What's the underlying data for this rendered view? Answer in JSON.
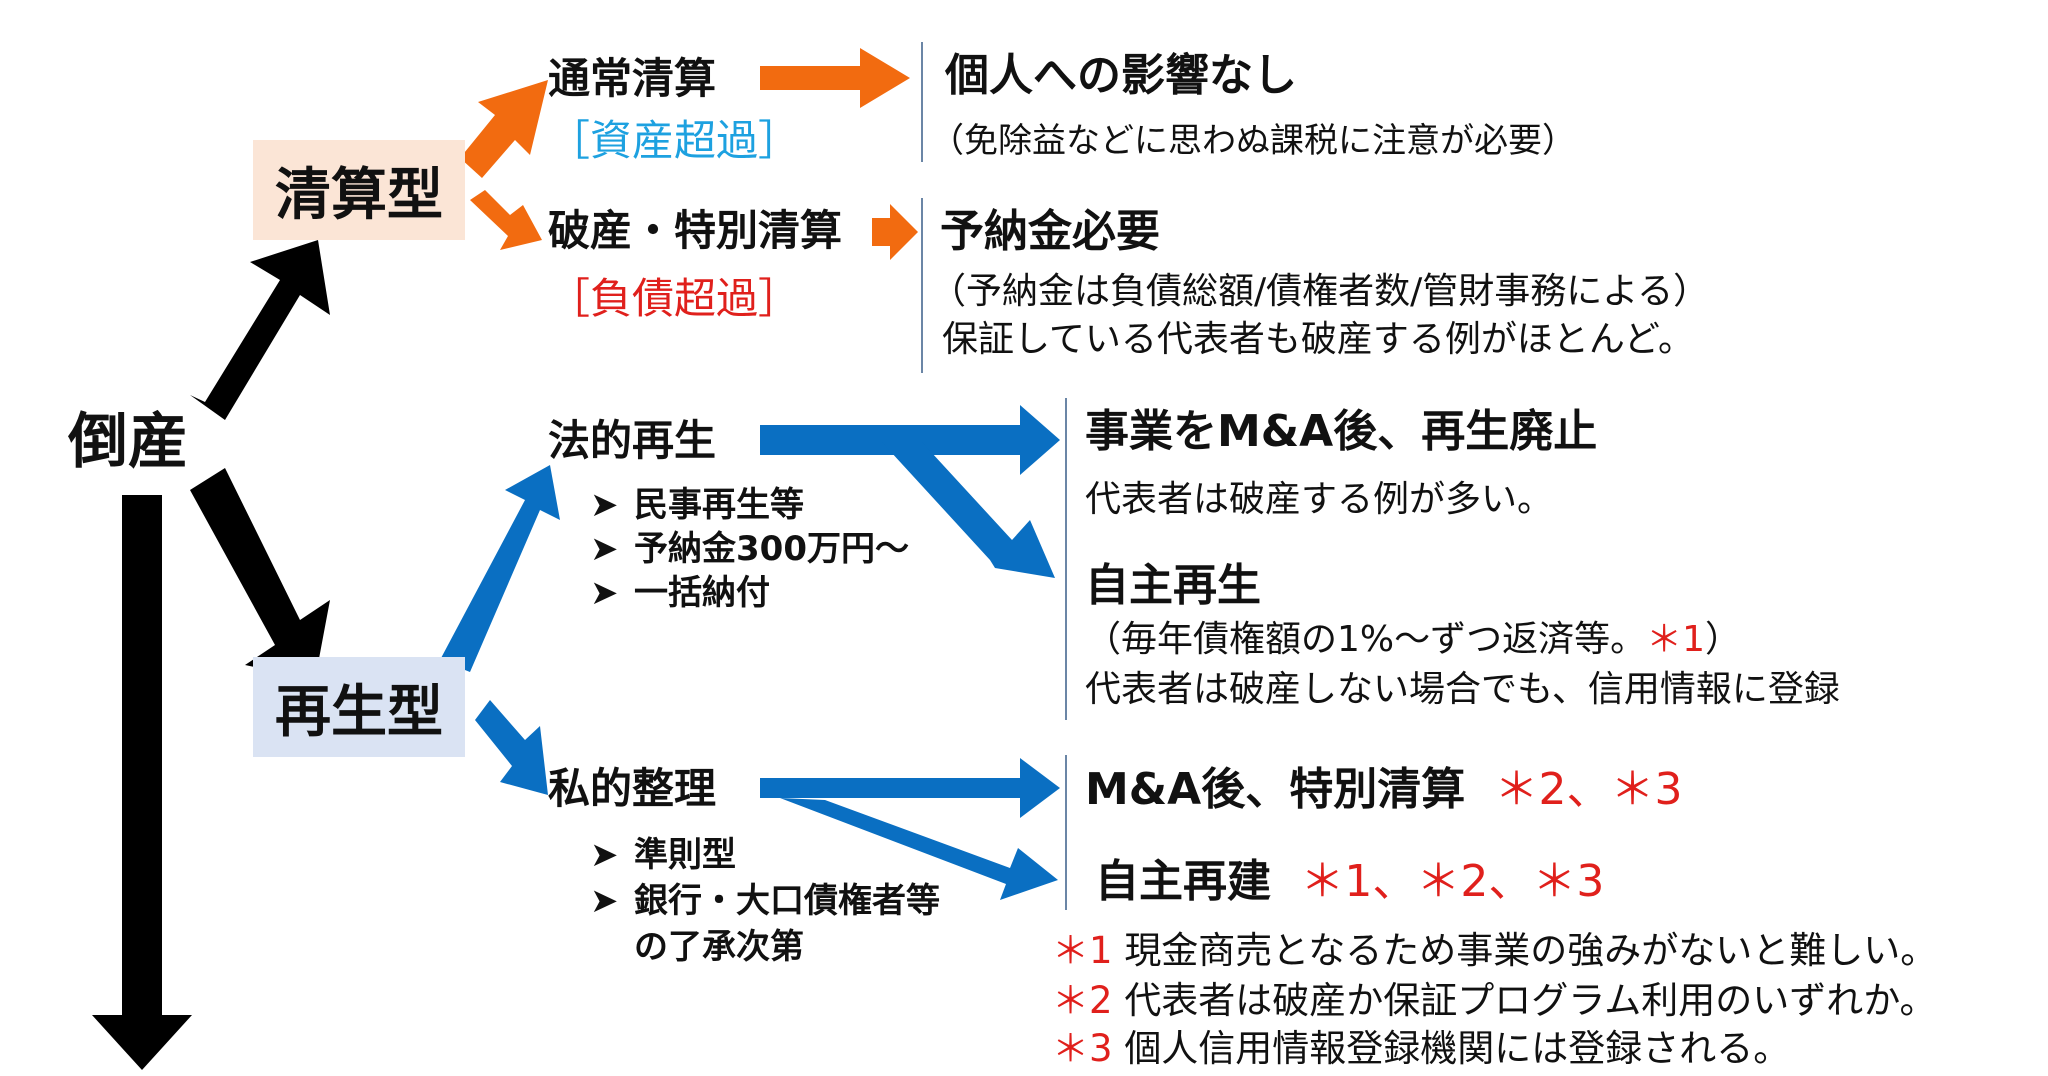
{
  "root": {
    "label": "倒産"
  },
  "liquidation": {
    "label": "清算型",
    "normal": {
      "title": "通常清算",
      "tag": "［資産超過］",
      "result": "個人への影響なし",
      "note": "（免除益などに思わぬ課税に注意が必要）"
    },
    "bankruptcy": {
      "title": "破産・特別清算",
      "tag": "［負債超過］",
      "result": "予納金必要",
      "note1": "（予納金は負債総額/債権者数/管財事務による）",
      "note2": "保証している代表者も破産する例がほとんど。"
    }
  },
  "rehabilitation": {
    "label": "再生型",
    "legal": {
      "title": "法的再生",
      "bullets": [
        "民事再生等",
        "予納金300万円～",
        "一括納付"
      ]
    },
    "private": {
      "title": "私的整理",
      "bullets": [
        "準則型",
        "銀行・大口債権者等",
        "の了承次第"
      ]
    }
  },
  "outcomes": {
    "ma_abolish": {
      "title": "事業をM&A後、再生廃止",
      "note": "代表者は破産する例が多い。"
    },
    "self_rehab": {
      "title": "自主再生",
      "note_pre": "（毎年債権額の1%～ずつ返済等。",
      "note_ref": "＊1",
      "note_post": "）",
      "note2": "代表者は破産しない場合でも、信用情報に登録"
    },
    "ma_special": {
      "title": "M&A後、特別清算",
      "refs": "＊2、＊3"
    },
    "self_rebuild": {
      "title": "自主再建",
      "refs": "＊1、＊2、＊3"
    }
  },
  "footnotes": [
    {
      "mark": "＊1",
      "text": "現金商売となるため事業の強みがないと難しい。"
    },
    {
      "mark": "＊2",
      "text": "代表者は破産か保証プログラム利用のいずれか。"
    },
    {
      "mark": "＊3",
      "text": "個人信用情報登録機関には登録される。"
    }
  ],
  "bullet_marker": "➤",
  "colors": {
    "orange": "#f26b10",
    "blue": "#0a6fc2",
    "black": "#000000",
    "liquidation_bg": "#fbe5d6",
    "rehab_bg": "#dae3f3",
    "red": "#e0201c",
    "cyan": "#1da1e0"
  }
}
